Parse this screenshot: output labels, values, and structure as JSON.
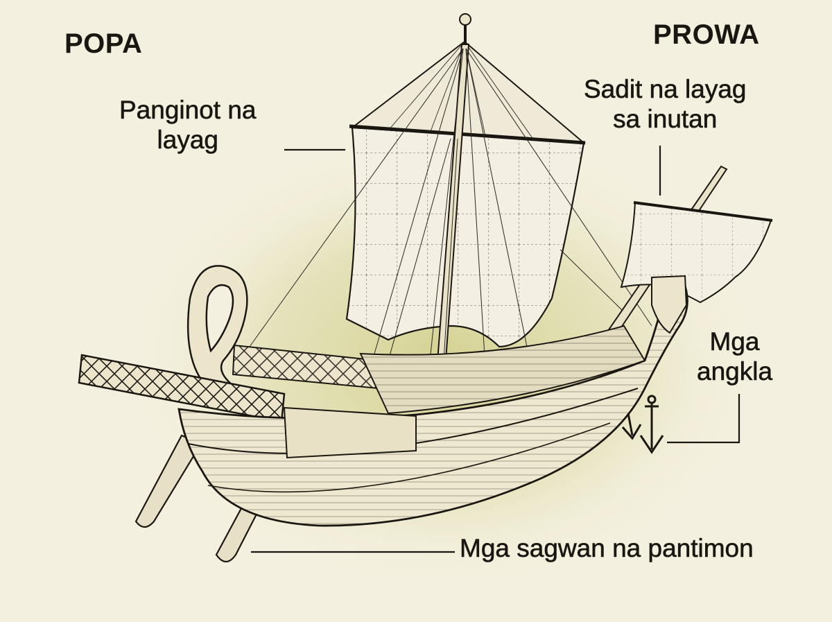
{
  "labels": {
    "stern": "POPA",
    "bow": "PROWA",
    "main_sail": [
      "Panginot na",
      "layag"
    ],
    "fore_sail": [
      "Sadit na layag",
      "sa inutan"
    ],
    "anchors": [
      "Mga",
      "angkla"
    ],
    "steering_oars": "Mga sagwan na pantimon"
  },
  "colors": {
    "background": "#f4f0df",
    "glow": "#d9d6a0",
    "ink": "#1a1712",
    "hull": "#efe8d0",
    "sail": "#f3efe2"
  }
}
